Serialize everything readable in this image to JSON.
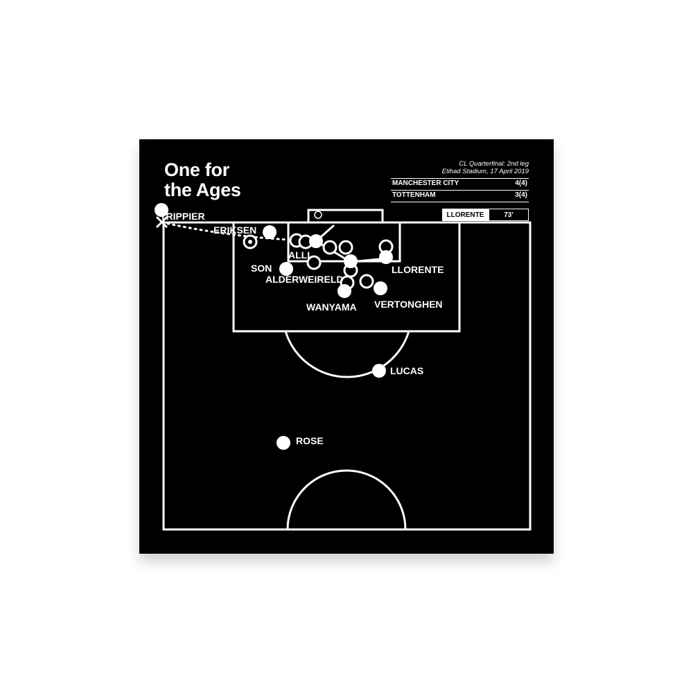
{
  "poster": {
    "title_line1": "One for",
    "title_line2": "the Ages",
    "competition": "CL Quarterfinal: 2nd leg",
    "venue_date": "Etihad Stadium, 17 April 2019",
    "scores": [
      {
        "team": "MANCHESTER CITY",
        "score": "4(4)"
      },
      {
        "team": "TOTTENHAM",
        "score": "3(4)"
      }
    ],
    "scorer": "LLORENTE",
    "minute": "73'"
  },
  "players": {
    "trippier": "TRIPPIER",
    "eriksen": "ERIKSEN",
    "son": "SON",
    "alli": "ALLI",
    "alderweireld": "ALDERWEIRELD",
    "llorente": "LLORENTE",
    "vertonghen": "VERTONGHEN",
    "wanyama": "WANYAMA",
    "lucas": "LUCAS",
    "rose": "ROSE"
  },
  "colors": {
    "background": "#000000",
    "lines": "#ffffff",
    "frame": "#ffffff"
  }
}
